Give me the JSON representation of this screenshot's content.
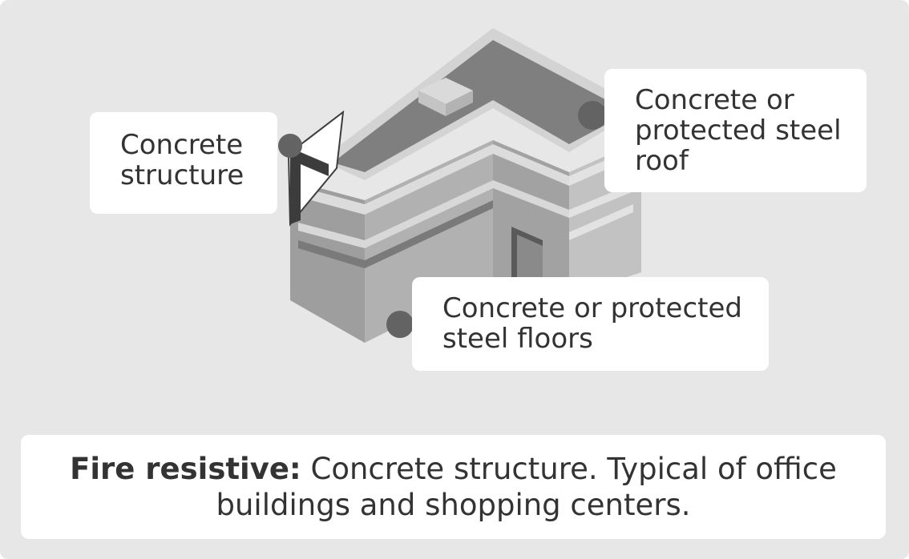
{
  "callouts": {
    "structure": "Concrete\nstructure",
    "roof": "Concrete or\nprotected steel\nroof",
    "floors": "Concrete or protected\nsteel floors"
  },
  "caption": {
    "lead": "Fire resistive:",
    "body": " Concrete structure. Typical of office buildings and shopping centers."
  },
  "colors": {
    "background": "#e6e7e6",
    "roof": "#7f7f7f",
    "wall_left": "#9e9e9e",
    "wall_right": "#bdbdbd",
    "structure_highlight": "#3c3c3c",
    "marker": "#636363"
  }
}
